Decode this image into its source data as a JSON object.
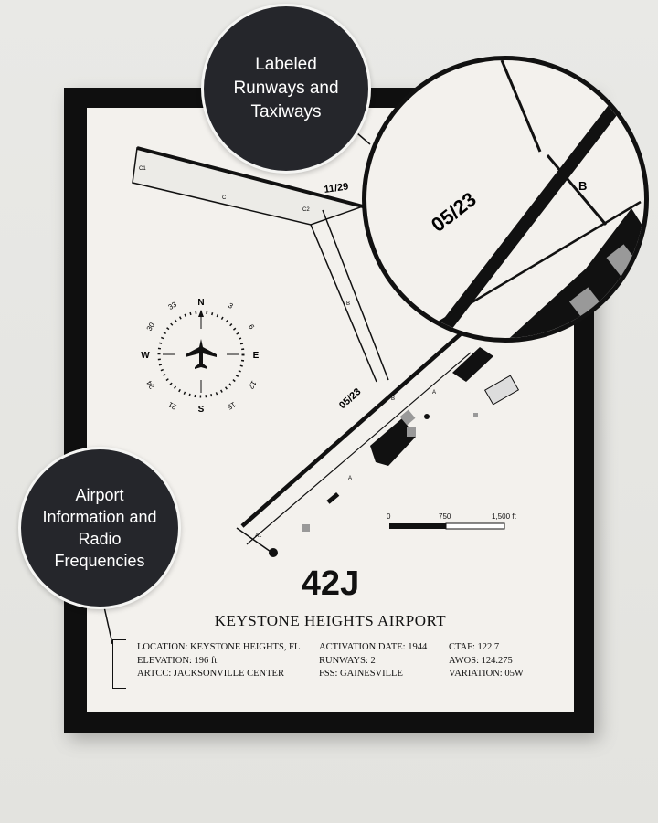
{
  "callouts": {
    "top": "Labeled Runways and Taxiways",
    "left": "Airport Information and Radio Frequencies"
  },
  "map": {
    "runway_05_23": "05/23",
    "runway_11_29": "11/29",
    "taxiway_labels": {
      "c1": "C1",
      "c": "C",
      "c2": "C2",
      "b": "B",
      "b2": "B",
      "a": "A",
      "a2": "A",
      "a1": "A1"
    },
    "compass": {
      "n": "N",
      "e": "E",
      "s": "S",
      "w": "W",
      "t3": "3",
      "t6": "6",
      "t12": "12",
      "t15": "15",
      "t21": "21",
      "t24": "24",
      "t30": "30",
      "t33": "33"
    },
    "scale": {
      "start": "0",
      "mid": "750",
      "end": "1,500 ft"
    }
  },
  "zoom": {
    "runway_label": "05/23",
    "taxiway_label": "B"
  },
  "airport": {
    "code": "42J",
    "name": "KEYSTONE HEIGHTS AIRPORT",
    "location": "LOCATION: KEYSTONE HEIGHTS, FL",
    "elevation": "ELEVATION: 196 ft",
    "artcc": "ARTCC: JACKSONVILLE CENTER",
    "activation": "ACTIVATION DATE: 1944",
    "runways": "RUNWAYS: 2",
    "fss": "FSS: GAINESVILLE",
    "ctaf": "CTAF: 122.7",
    "awos": "AWOS: 124.275",
    "variation": "VARIATION: 05W"
  }
}
